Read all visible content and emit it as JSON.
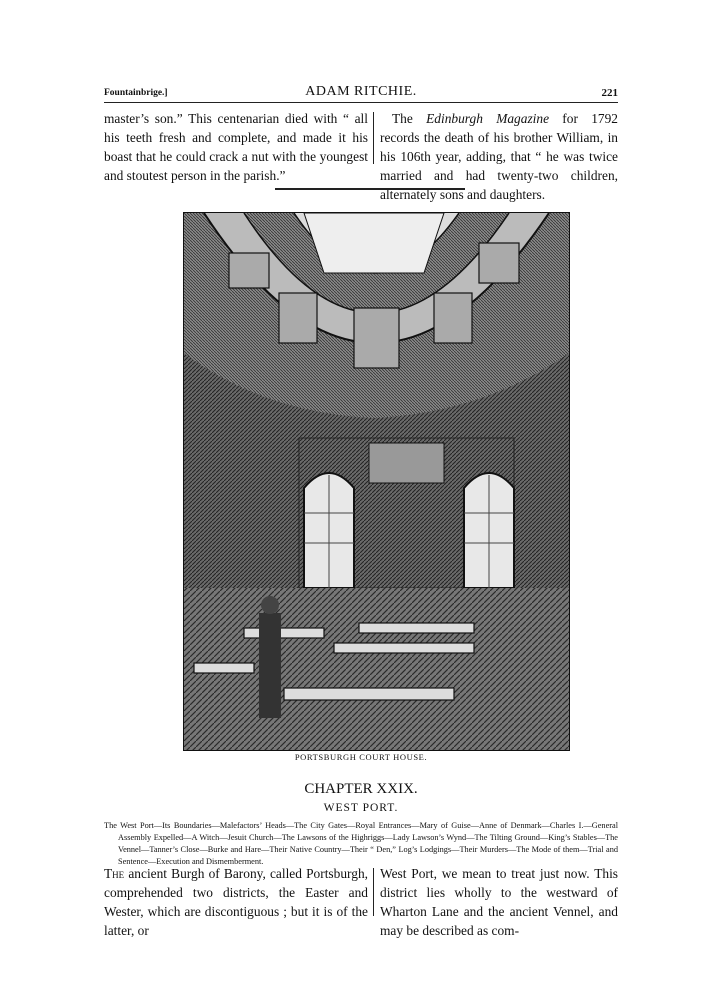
{
  "running_head": {
    "left": "Fountainbrige.]",
    "center": "ADAM RITCHIE.",
    "page_number": "221"
  },
  "top_left_column": "master’s son.” This centenarian died with “ all his teeth fresh and complete, and made it his boast that he could crack a nut with the youngest and stoutest person in the parish.”",
  "top_right_column": {
    "before": "The ",
    "italic": "Edinburgh Magazine",
    "after": " for 1792 records the death of his brother William, in his 106th year, adding, that “ he was twice married and had twenty-two children, alternately sons and daughters."
  },
  "illustration": {
    "caption": "PORTSBURGH COURT HOUSE."
  },
  "chapter": {
    "title": "CHAPTER XXIX.",
    "subtitle": "WEST PORT.",
    "summary": "The West Port—Its Boundaries—Malefactors’ Heads—The City Gates—Royal Entrances—Mary of Guise—Anne of Denmark—Charles I.—General Assembly Expelled—A Witch—Jesuit Church—The Lawsons of the Highriggs—Lady Lawson’s Wynd—The Tilting Ground—King’s Stables—The Vennel—Tanner’s Close—Burke and Hare—Their Native Country—Their “ Den,” Log’s Lodgings—Their Murders—The Mode of them—Trial and Sentence—Execution and Dismemberment."
  },
  "body_left": {
    "lead": "The",
    "text": " ancient Burgh of Barony, called Portsburgh, comprehended two districts, the Easter and Wester, which are discontiguous ; but it is of the latter, or"
  },
  "body_right": "West Port, we mean to treat just now. This district lies wholly to the westward of Wharton Lane and the ancient Vennel, and may be described as com-"
}
